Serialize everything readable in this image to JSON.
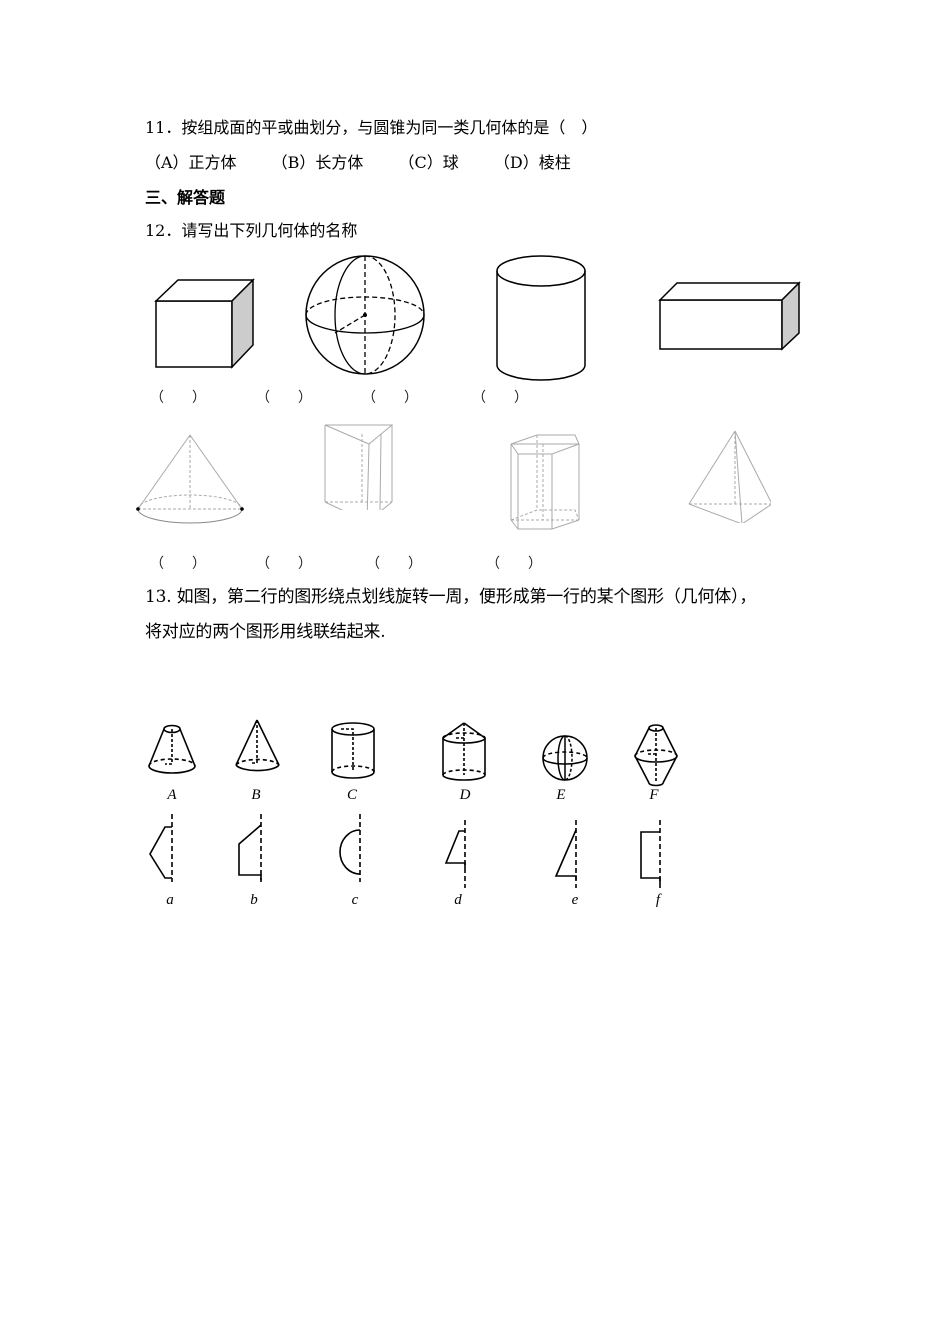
{
  "q11": {
    "stem": "11．按组成面的平或曲划分，与圆锥为同一类几何体的是（　）",
    "options": [
      {
        "label": "（A）正方体"
      },
      {
        "label": "（B）长方体"
      },
      {
        "label": "（C）球"
      },
      {
        "label": "（D）棱柱"
      }
    ]
  },
  "section": {
    "title": "三、解答题"
  },
  "q12": {
    "stem": "12．请写出下列几何体的名称",
    "row1": [
      {
        "shape": "cube",
        "blank": "（　　）"
      },
      {
        "shape": "sphere",
        "blank": "（　　）"
      },
      {
        "shape": "cylinder",
        "blank": "（　　）"
      },
      {
        "shape": "cuboid",
        "blank": "（　　）"
      }
    ],
    "row2": [
      {
        "shape": "cone",
        "blank": "（　　）"
      },
      {
        "shape": "triangular-prism",
        "blank": "（　　）"
      },
      {
        "shape": "pentagonal-prism",
        "blank": "（　　）"
      },
      {
        "shape": "triangular-pyramid",
        "blank": "（　　）"
      }
    ]
  },
  "q13": {
    "line1": "13. 如图，第二行的图形绕点划线旋转一周，便形成第一行的某个图形（几何体），",
    "line2": "将对应的两个图形用线联结起来.",
    "solids": [
      {
        "label": "A",
        "shape": "frustum"
      },
      {
        "label": "B",
        "shape": "cone"
      },
      {
        "label": "C",
        "shape": "cylinder"
      },
      {
        "label": "D",
        "shape": "cone-on-cylinder"
      },
      {
        "label": "E",
        "shape": "sphere"
      },
      {
        "label": "F",
        "shape": "double-frustum"
      }
    ],
    "profiles": [
      {
        "label": "a",
        "shape": "bent-trapezoid"
      },
      {
        "label": "b",
        "shape": "pentagon-profile"
      },
      {
        "label": "c",
        "shape": "semicircle"
      },
      {
        "label": "d",
        "shape": "trapezoid"
      },
      {
        "label": "e",
        "shape": "right-trapezoid"
      },
      {
        "label": "f",
        "shape": "rectangle"
      }
    ]
  }
}
